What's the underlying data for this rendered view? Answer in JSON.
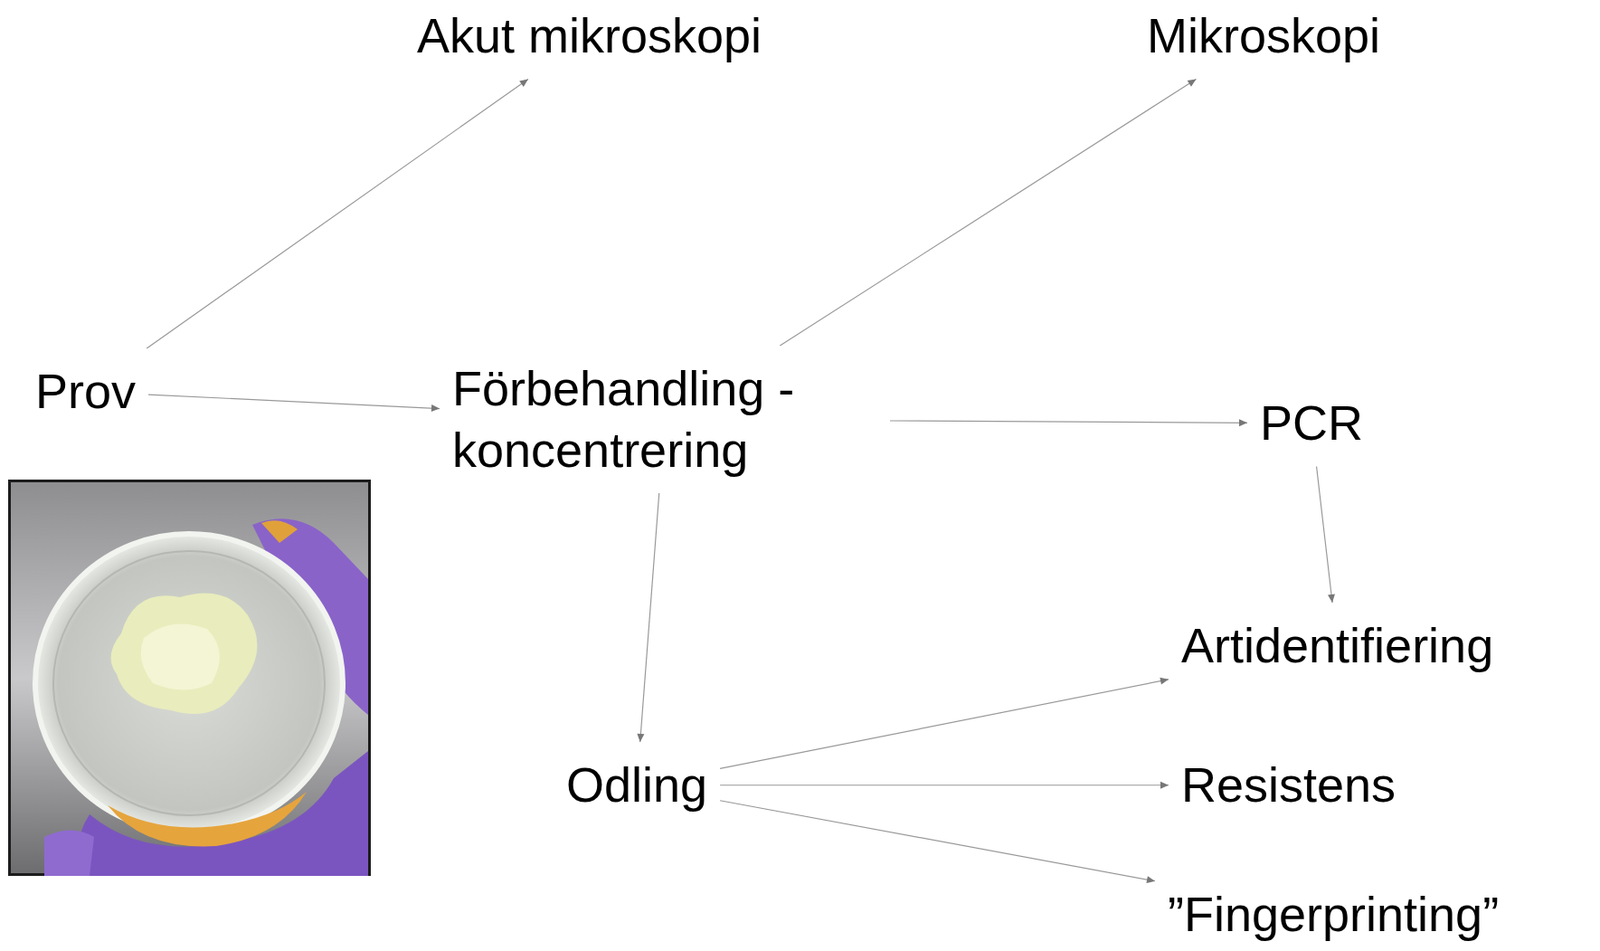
{
  "diagram": {
    "nodes": [
      {
        "text": [
          "Akut mikroskopi"
        ]
      },
      {
        "text": [
          "Mikroskopi"
        ]
      },
      {
        "text": [
          "Prov"
        ]
      },
      {
        "text": [
          "Förbehandling - koncentrering"
        ]
      },
      {
        "text": [
          "PCR"
        ]
      },
      {
        "text": [
          "Artidentifiering"
        ]
      },
      {
        "text": [
          "Odling"
        ]
      },
      {
        "text": [
          "Resistens"
        ]
      },
      {
        "text": [
          "”Fingerprinting”"
        ]
      }
    ],
    "edges": [
      {
        "from": 2,
        "to": 0,
        "arrow": "to"
      },
      {
        "from": 2,
        "to": 3,
        "arrow": "to"
      },
      {
        "from": 3,
        "to": 1,
        "arrow": "to"
      },
      {
        "from": 3,
        "to": 4,
        "arrow": "to"
      },
      {
        "from": 3,
        "to": 6,
        "arrow": "to"
      },
      {
        "from": 4,
        "to": 5,
        "arrow": "to"
      },
      {
        "from": 6,
        "to": 5,
        "arrow": "to"
      },
      {
        "from": 6,
        "to": 7,
        "arrow": "to"
      },
      {
        "from": 6,
        "to": 8,
        "arrow": "to"
      }
    ]
  }
}
